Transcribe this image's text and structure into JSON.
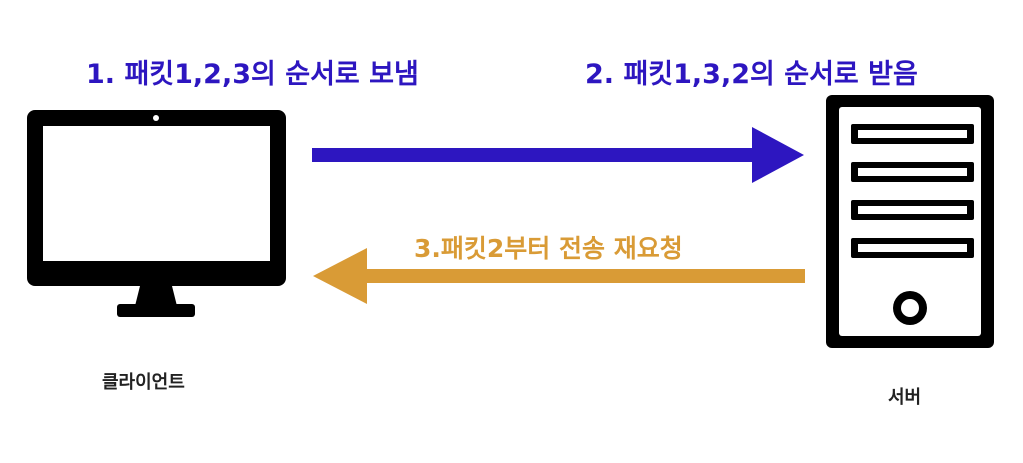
{
  "steps": {
    "send": "1. 패킷1,2,3의 순서로 보냄",
    "receive": "2. 패킷1,3,2의 순서로 받음",
    "retransmit": "3.패킷2부터 전송 재요청"
  },
  "nodes": {
    "client": "클라이언트",
    "server": "서버"
  },
  "colors": {
    "forward_arrow": "#2d16c0",
    "backward_arrow": "#d99b36",
    "icon": "#000000"
  },
  "icons": {
    "client": "desktop-monitor-icon",
    "server": "server-tower-icon"
  }
}
